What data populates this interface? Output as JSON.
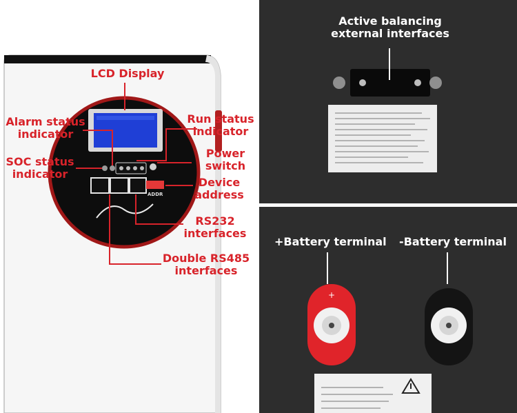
{
  "left_panel": {
    "labels": {
      "lcd_display": "LCD Display",
      "alarm_status_line1": "Alarm status",
      "alarm_status_line2": "indicator",
      "run_status_line1": "Run status",
      "run_status_line2": "indicator",
      "soc_status_line1": "SOC status",
      "soc_status_line2": "indicator",
      "power_switch_line1": "Power",
      "power_switch_line2": "switch",
      "device_address_line1": "Device",
      "device_address_line2": "address",
      "rs232_line1": "RS232",
      "rs232_line2": "interfaces",
      "rs485_line1": "Double RS485",
      "rs485_line2": "interfaces"
    },
    "device_printed": {
      "address_text": "ADDR"
    }
  },
  "top_right_panel": {
    "labels": {
      "active_balancing_line1": "Active balancing",
      "active_balancing_line2": "external interfaces"
    }
  },
  "bottom_right_panel": {
    "labels": {
      "positive_terminal": "+Battery terminal",
      "negative_terminal": "-Battery terminal"
    }
  },
  "colors": {
    "label_red": "#d8232a",
    "panel_dark": "#2b2b2b",
    "terminal_red": "#e0242a"
  }
}
